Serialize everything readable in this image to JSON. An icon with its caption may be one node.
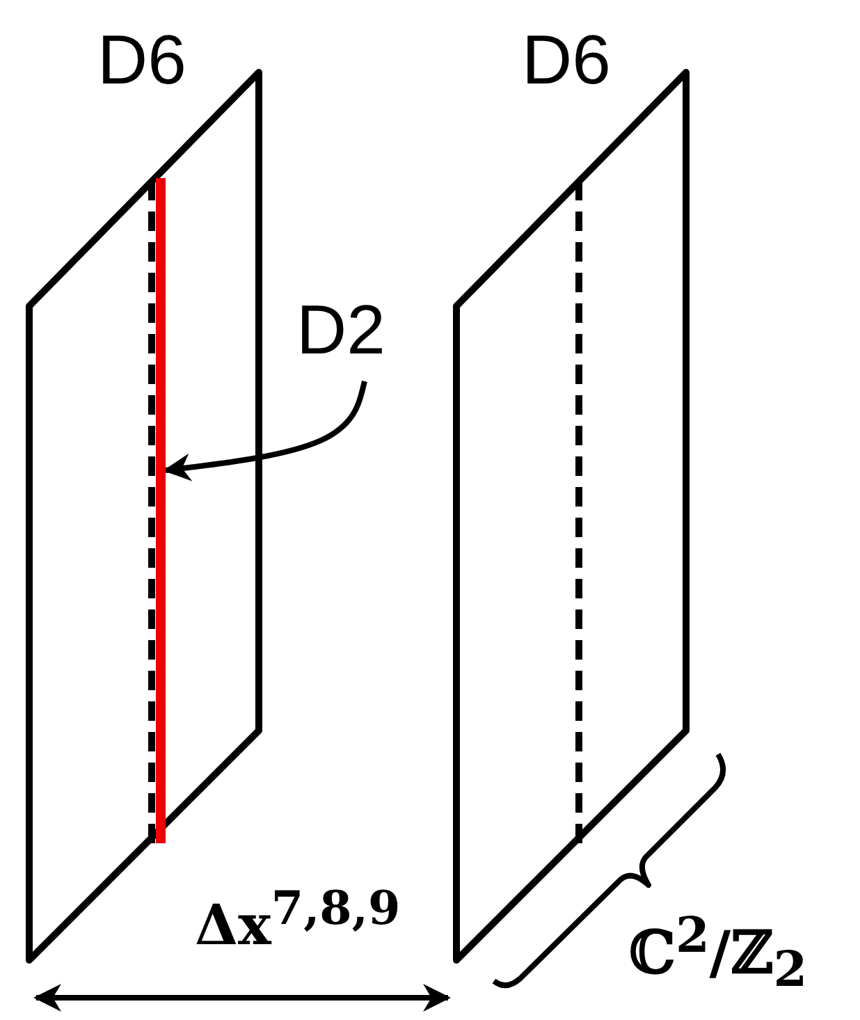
{
  "diagram": {
    "nodes": [
      {
        "text": [
          "D6"
        ]
      },
      {
        "text": [
          "D6"
        ]
      },
      {
        "text": [
          "D2"
        ]
      },
      {
        "text": [],
        "shape": "bar",
        "in": 0
      }
    ],
    "edges": [
      {
        "from": 2,
        "to": 3,
        "arrow": "to"
      }
    ],
    "labels": [
      "Δx$^{7,8,9}$",
      "ℂ$^{2}$/ℤ$_{2}$"
    ]
  }
}
